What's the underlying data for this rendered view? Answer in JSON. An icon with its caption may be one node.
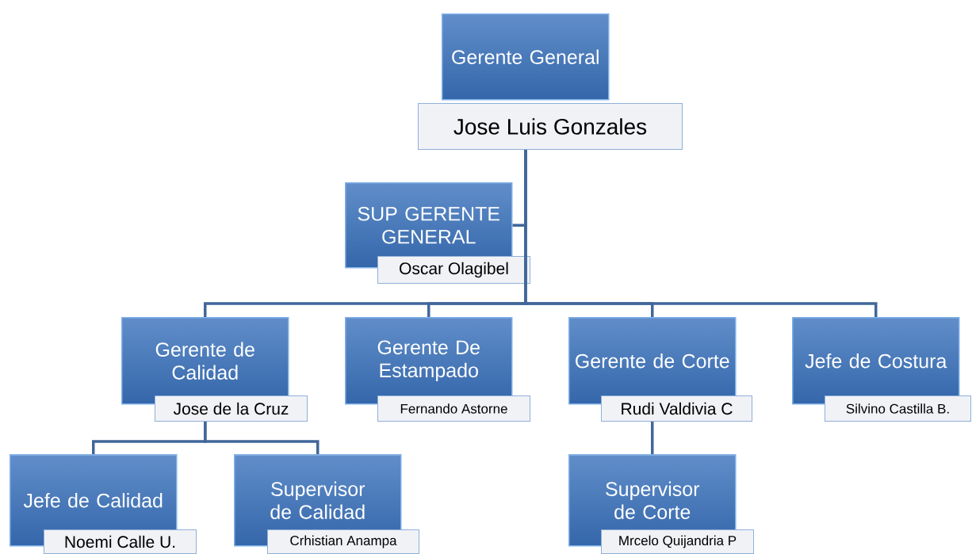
{
  "diagram": {
    "nodes": [
      {
        "text": [
          "Gerente General",
          "Jose Luis Gonzales"
        ]
      },
      {
        "text": [
          "SUP GERENTE GENERAL",
          "Oscar Olagibel"
        ]
      },
      {
        "text": [
          "Gerente de Calidad",
          "Jose de la Cruz"
        ]
      },
      {
        "text": [
          "Gerente De Estampado",
          "Fernando Astorne"
        ]
      },
      {
        "text": [
          "Gerente de Corte",
          "Rudi Valdivia C"
        ]
      },
      {
        "text": [
          "Jefe  de Costura",
          "Silvino Castilla B."
        ]
      },
      {
        "text": [
          "Jefe de Calidad",
          "Noemi Calle U."
        ]
      },
      {
        "text": [
          "Supervisor de Calidad",
          "Crhistian Anampa"
        ]
      },
      {
        "text": [
          "Supervisor de Corte",
          "Mrcelo Quijandria P"
        ]
      }
    ],
    "edges": [
      {
        "from": 0,
        "to": 1,
        "arrow": "none"
      },
      {
        "from": 0,
        "to": 2,
        "arrow": "none"
      },
      {
        "from": 0,
        "to": 3,
        "arrow": "none"
      },
      {
        "from": 0,
        "to": 4,
        "arrow": "none"
      },
      {
        "from": 0,
        "to": 5,
        "arrow": "none"
      },
      {
        "from": 2,
        "to": 6,
        "arrow": "none"
      },
      {
        "from": 2,
        "to": 7,
        "arrow": "none"
      },
      {
        "from": 4,
        "to": 8,
        "arrow": "none"
      }
    ]
  }
}
